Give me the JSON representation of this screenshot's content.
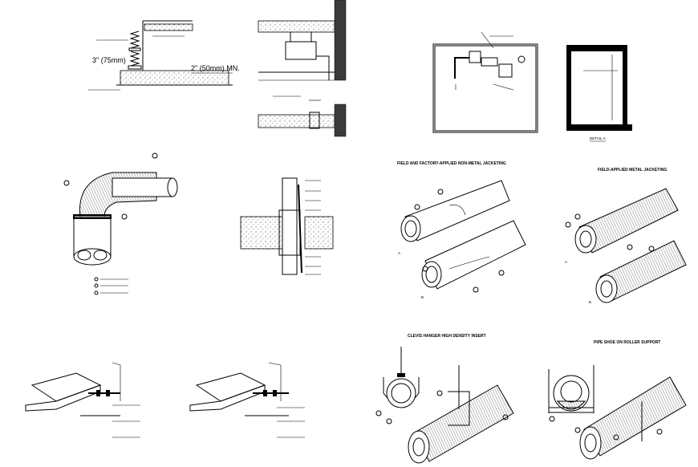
{
  "details": {
    "seismic_dim": "3\" (75mm)",
    "seismic_min": "2\" (50mm) MN.",
    "field_factory_title": "FIELD AND FACTORY-APPLIED NON-METAL JACKETING",
    "field_metal_title": "FIELD-APPLIED METAL JACKETING",
    "clevis_title": "CLEVIS HANGER HIGH DENSITY INSERT",
    "pipe_shoe_title": "PIPE SHOE ON ROLLER SUPPORT",
    "detail_a": "DETAIL-A",
    "label_A": "A",
    "label_B": "B"
  }
}
